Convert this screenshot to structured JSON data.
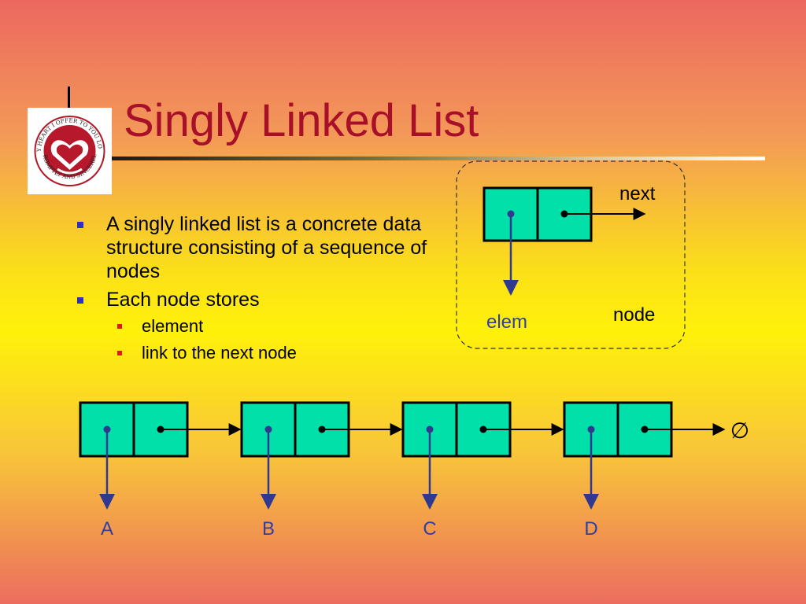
{
  "slide": {
    "title": "Singly Linked List",
    "logo": {
      "ring_text_top": "MY HEART I OFFER TO YOU LORD",
      "ring_text_bottom": "PROMPTLY AND SINCERELY"
    },
    "bullets": [
      {
        "text": "A singly linked list is a concrete data structure consisting of a sequence of nodes"
      },
      {
        "text": "Each node stores",
        "sub": [
          "element",
          "link to the next node"
        ]
      }
    ]
  },
  "node_diagram": {
    "label_next": "next",
    "label_elem": "elem",
    "label_node": "node"
  },
  "list_diagram": {
    "elements": [
      "A",
      "B",
      "C",
      "D"
    ],
    "terminator": "∅"
  },
  "colors": {
    "node_fill": "#00e0a8",
    "title": "#a8102a",
    "arrow_blue": "#303890",
    "bullet_blue": "#3030c0",
    "bullet_red": "#e01818",
    "elem_label": "#3040a0"
  }
}
